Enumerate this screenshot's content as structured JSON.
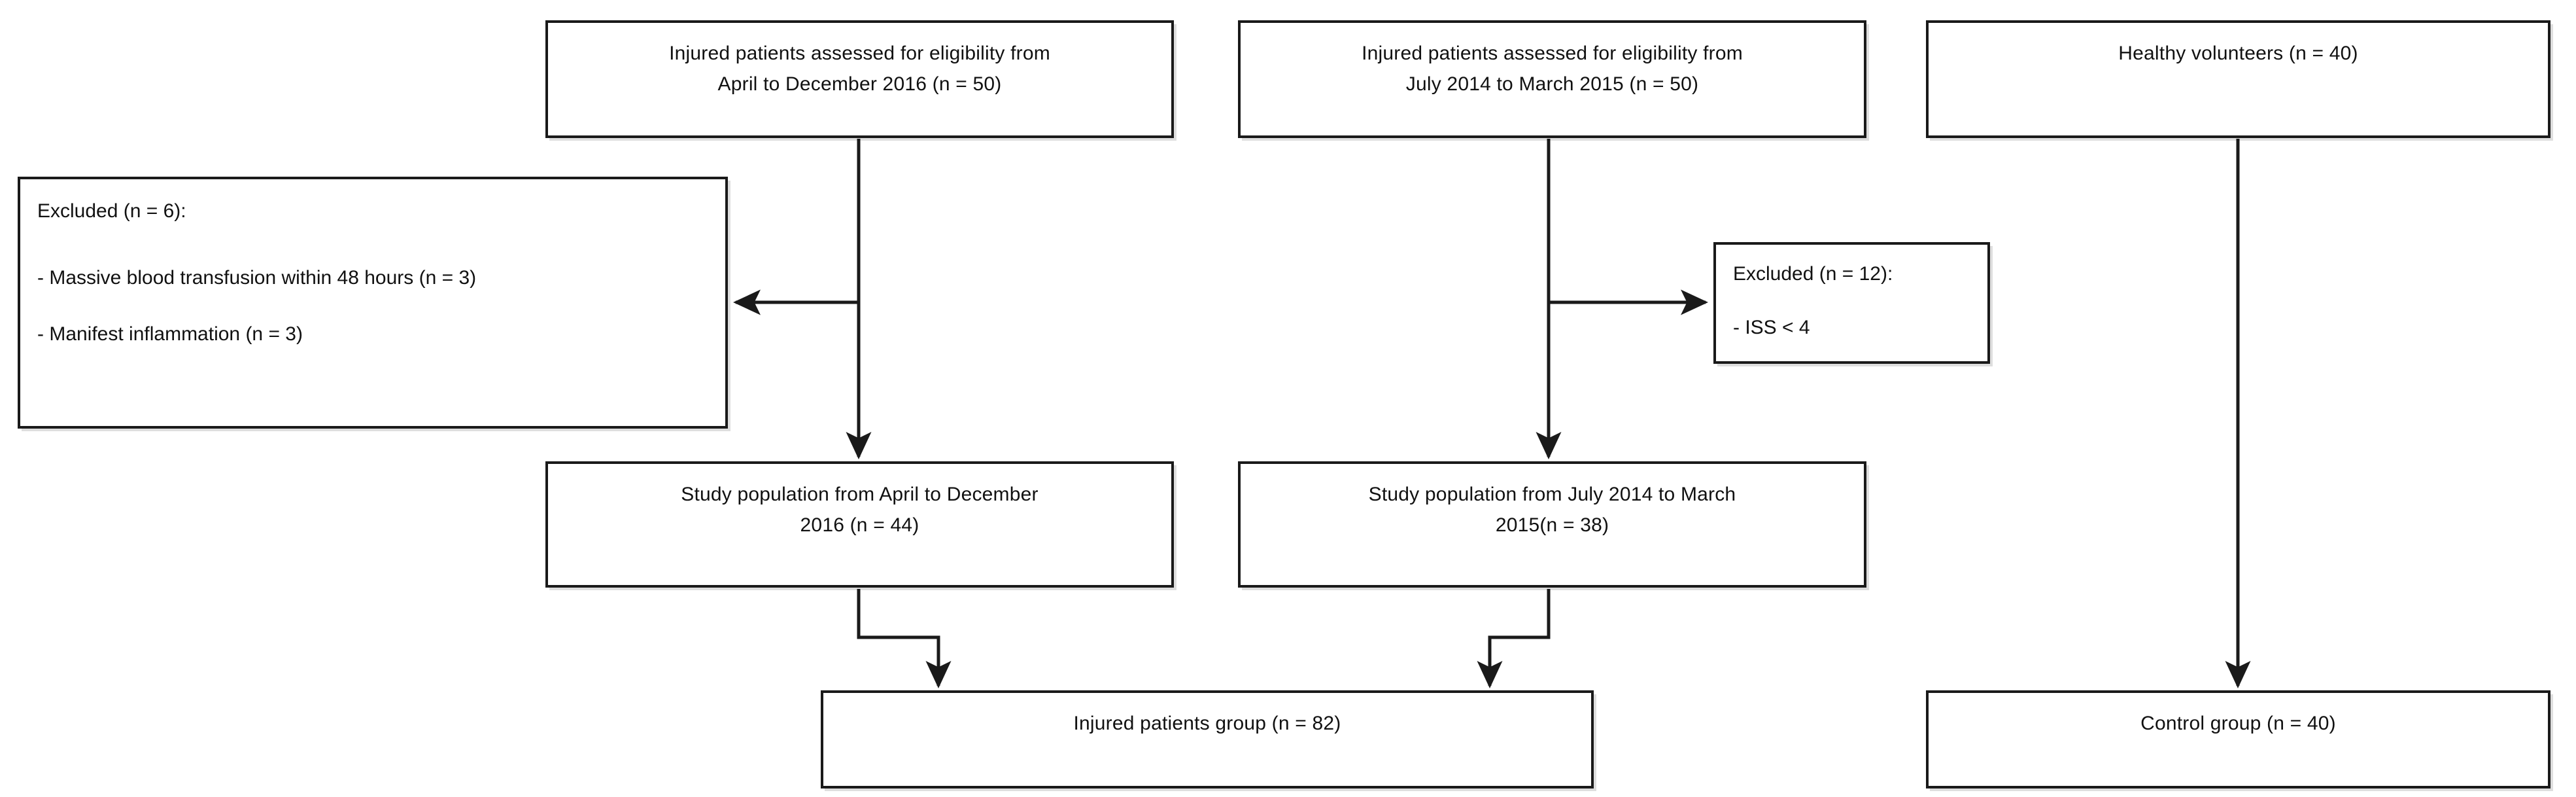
{
  "diagram": {
    "title": "Study flow diagram",
    "line_color": "#1a1a1a",
    "box_border_color": "#1a1a1a",
    "box_fill_color": "#ffffff",
    "text_color": "#111111",
    "boxes": {
      "top_left": "Injured patients assessed for eligibility from\nApril to December 2016 (n = 50)",
      "top_middle": "Injured patients assessed for eligibility from\nJuly 2014 to March 2015 (n = 50)",
      "top_right": "Healthy volunteers (n = 40)",
      "excluded_left_header": "Excluded (n = 6):",
      "excluded_left_item1": "- Massive blood transfusion within 48 hours (n = 3)",
      "excluded_left_item2": "- Manifest inflammation (n = 3)",
      "excluded_right_header": "Excluded (n = 12):",
      "excluded_right_item1": "- ISS < 4",
      "study_pop_left": "Study population from April to December\n2016 (n = 44)",
      "study_pop_middle": "Study population from July 2014 to March\n2015(n = 38)",
      "bottom_injured": "Injured patients group (n = 82)",
      "bottom_control": "Control group (n = 40)"
    }
  }
}
